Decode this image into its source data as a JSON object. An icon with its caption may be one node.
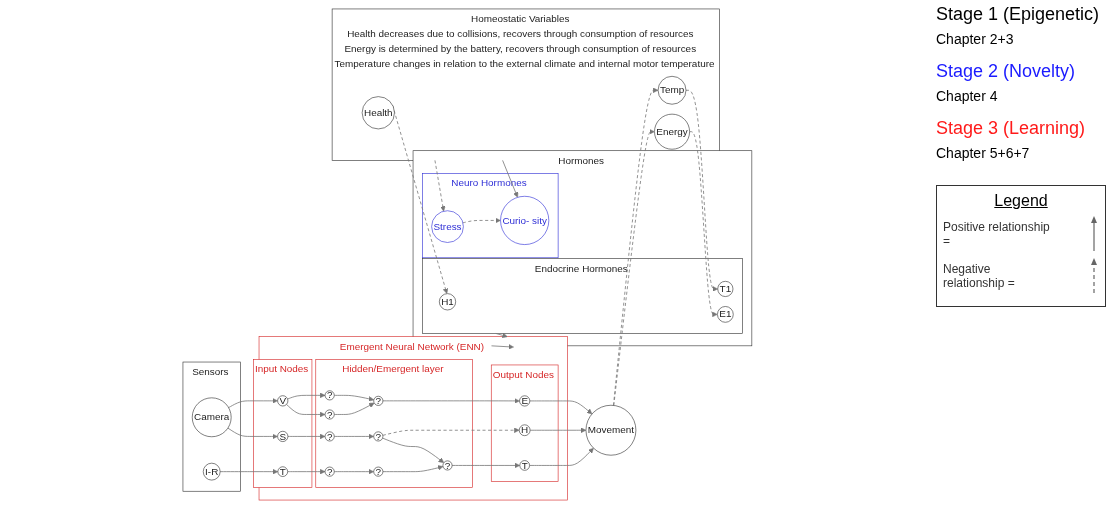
{
  "diagram": {
    "nodes": [
      {
        "text": [
          "Sensors"
        ]
      },
      {
        "text": [
          "Camera"
        ],
        "in": 0
      },
      {
        "text": [
          "I-R"
        ],
        "in": 0
      },
      {
        "text": [
          "Emergent Neural Network (ENN)"
        ]
      },
      {
        "text": [
          "Input Nodes"
        ],
        "in": 3
      },
      {
        "text": [
          "V"
        ],
        "in": 4
      },
      {
        "text": [
          "S"
        ],
        "in": 4
      },
      {
        "text": [
          "T"
        ],
        "in": 4
      },
      {
        "text": [
          "Hidden/Emergent layer"
        ],
        "in": 3
      },
      {
        "text": [
          "?"
        ],
        "in": 8
      },
      {
        "text": [
          "?"
        ],
        "in": 8
      },
      {
        "text": [
          "?"
        ],
        "in": 8
      },
      {
        "text": [
          "?"
        ],
        "in": 8
      },
      {
        "text": [
          "?"
        ],
        "in": 8
      },
      {
        "text": [
          "?"
        ],
        "in": 8
      },
      {
        "text": [
          "?"
        ],
        "in": 8
      },
      {
        "text": [
          "?"
        ],
        "in": 8
      },
      {
        "text": [
          "Output Nodes"
        ],
        "in": 3
      },
      {
        "text": [
          "E"
        ],
        "in": 17
      },
      {
        "text": [
          "H"
        ],
        "in": 17
      },
      {
        "text": [
          "T"
        ],
        "in": 17
      },
      {
        "text": [
          "Movement"
        ]
      },
      {
        "text": [
          "Hormones"
        ]
      },
      {
        "text": [
          "Neuro Hormones"
        ],
        "in": 22
      },
      {
        "text": [
          "Curio- sity"
        ],
        "in": 23
      },
      {
        "text": [
          "Stress"
        ],
        "in": 23
      },
      {
        "text": [
          "Endocrine Hormones"
        ],
        "in": 22
      },
      {
        "text": [
          "H1"
        ],
        "in": 26
      },
      {
        "text": [
          "E1"
        ],
        "in": 26
      },
      {
        "text": [
          "T1"
        ],
        "in": 26
      },
      {
        "text": [
          "Homeostatic Variables",
          "Health decreases due to collisions, recovers through consumption of resources",
          "Energy is determined by the battery, recovers through consumption of resources",
          "Temperature changes in relation to the external climate and internal motor temperature"
        ]
      },
      {
        "text": [
          "Health"
        ],
        "in": 30
      },
      {
        "text": [
          "Energy"
        ],
        "in": 30
      },
      {
        "text": [
          "Temp"
        ],
        "in": 30
      }
    ],
    "edges": [
      {
        "from": 1,
        "to": 5,
        "arrow": "to"
      },
      {
        "from": 1,
        "to": 6,
        "arrow": "to"
      },
      {
        "from": 2,
        "to": 7,
        "arrow": "to"
      },
      {
        "from": 5,
        "to": 9,
        "arrow": "to"
      },
      {
        "from": 5,
        "to": 10,
        "arrow": "to"
      },
      {
        "from": 9,
        "to": 11,
        "arrow": "to"
      },
      {
        "from": 10,
        "to": 11,
        "arrow": "to"
      },
      {
        "from": 11,
        "to": 18,
        "arrow": "to"
      },
      {
        "from": 6,
        "to": 12,
        "arrow": "to"
      },
      {
        "from": 12,
        "to": 13,
        "arrow": "to"
      },
      {
        "from": 13,
        "to": 19,
        "arrow": "to",
        "style": "dashed"
      },
      {
        "from": 13,
        "to": 16,
        "arrow": "to"
      },
      {
        "from": 7,
        "to": 14,
        "arrow": "to"
      },
      {
        "from": 14,
        "to": 15,
        "arrow": "to"
      },
      {
        "from": 15,
        "to": 16,
        "arrow": "to"
      },
      {
        "from": 16,
        "to": 20,
        "arrow": "to"
      },
      {
        "from": 18,
        "to": 21,
        "arrow": "to"
      },
      {
        "from": 19,
        "to": 21,
        "arrow": "to"
      },
      {
        "from": 20,
        "to": 21,
        "arrow": "to"
      },
      {
        "from": 26,
        "to": 3,
        "arrow": "to"
      },
      {
        "from": 22,
        "to": 3,
        "arrow": "to"
      },
      {
        "from": 25,
        "to": 24,
        "arrow": "to",
        "style": "dashed"
      },
      {
        "from": 30,
        "to": 24,
        "arrow": "to"
      },
      {
        "from": 30,
        "to": 25,
        "arrow": "to",
        "style": "dashed"
      },
      {
        "from": 31,
        "to": 27,
        "arrow": "to",
        "style": "dashed"
      },
      {
        "from": 32,
        "to": 28,
        "arrow": "to",
        "style": "dashed"
      },
      {
        "from": 33,
        "to": 29,
        "arrow": "to",
        "style": "dashed"
      },
      {
        "from": 21,
        "to": 33,
        "arrow": "to",
        "style": "dashed"
      },
      {
        "from": 21,
        "to": 32,
        "arrow": "to",
        "style": "dashed"
      }
    ],
    "labels": [
      "Stage 1 (Epigenetic)",
      "Chapter 2+3",
      "Stage 2 (Novelty)",
      "Chapter 4",
      "Stage 3 (Learning)",
      "Chapter 5+6+7",
      "Legend"
    ],
    "legend": [
      {
        "text": "Positive relationship ="
      },
      {
        "text": "Negative relationship ="
      }
    ]
  }
}
